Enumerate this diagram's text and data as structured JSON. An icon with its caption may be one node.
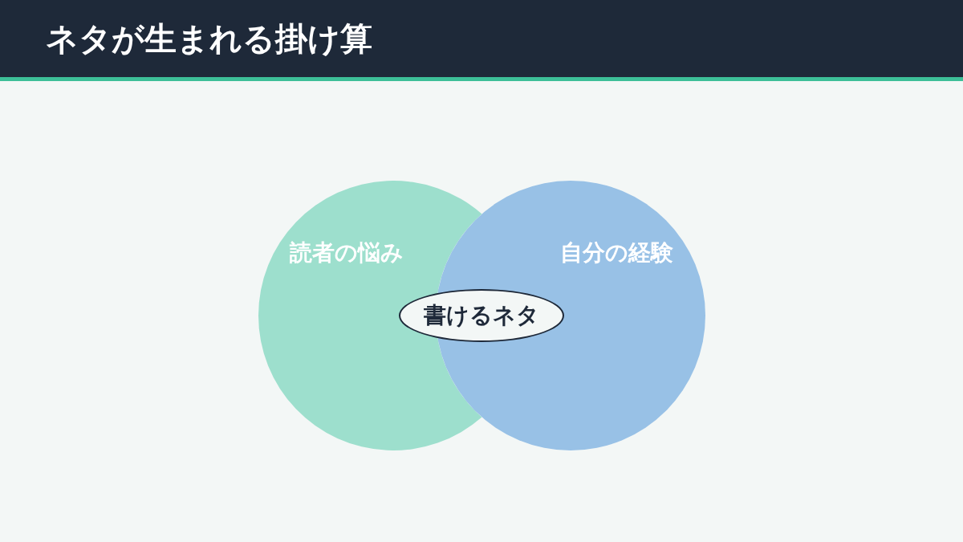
{
  "diagram": {
    "title": "ネタが生まれる掛け算",
    "nodes": [
      {
        "text": [
          "読者の悩み"
        ]
      },
      {
        "text": [
          "自分の経験"
        ]
      },
      {
        "text": [
          "書けるネタ"
        ]
      }
    ],
    "edges": []
  }
}
